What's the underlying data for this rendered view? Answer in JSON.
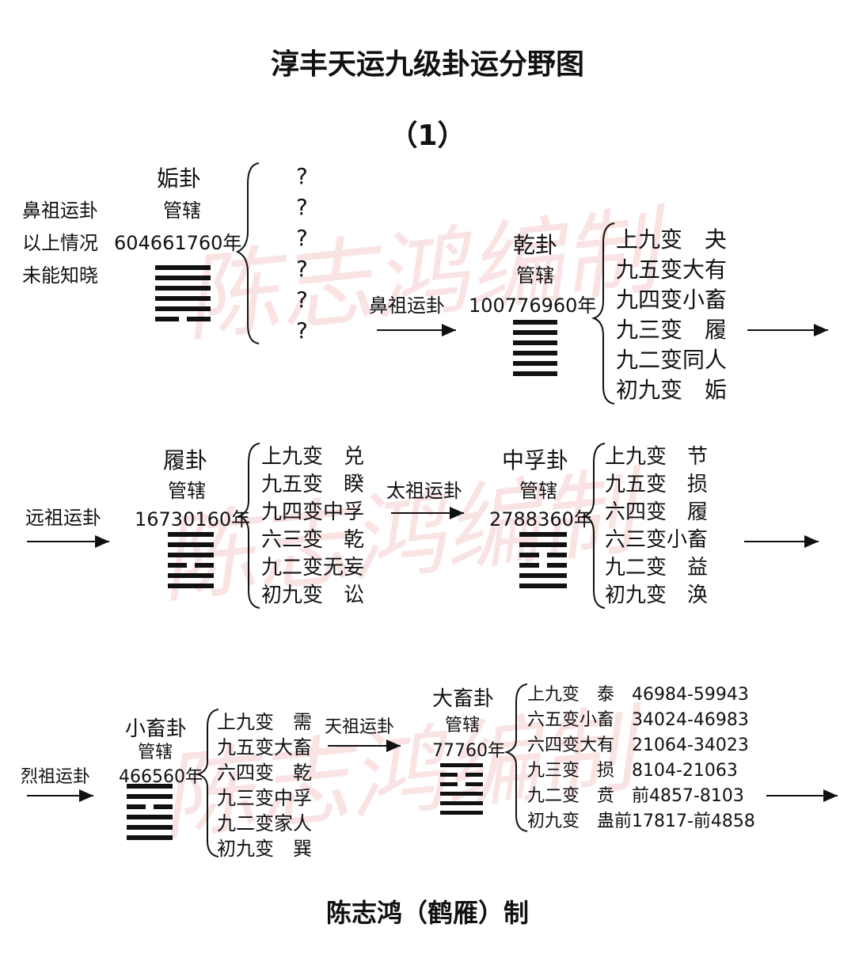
{
  "title": "淳丰天运九级卦运分野图",
  "subtitle": "（1）",
  "credit": "陈志鸿（鹤雁）制",
  "watermark": "陈志鸿编制",
  "governs": "管辖",
  "row1": {
    "left_notes": [
      "鼻祖运卦",
      "以上情况",
      "未能知晓"
    ],
    "gou": {
      "name": "姤卦",
      "years": "604661760年",
      "lines": [
        "?",
        "?",
        "?",
        "?",
        "?",
        "?"
      ]
    },
    "arrow_label": "鼻祖运卦",
    "qian": {
      "name": "乾卦",
      "years": "100776960年",
      "lines": [
        "上九变　夬",
        "九五变大有",
        "九四变小畜",
        "九三变　履",
        "九二变同人",
        "初九变　姤"
      ]
    }
  },
  "row2": {
    "left_label": "远祖运卦",
    "lv": {
      "name": "履卦",
      "years": "16730160年",
      "lines": [
        "上九变　兑",
        "九五变　睽",
        "九四变中孚",
        "六三变　乾",
        "九二变无妄",
        "初九变　讼"
      ]
    },
    "arrow_label": "太祖运卦",
    "zhongfu": {
      "name": "中孚卦",
      "years": "2788360年",
      "lines": [
        "上九变　节",
        "九五变　损",
        "六四变　履",
        "六三变小畜",
        "九二变　益",
        "初九变　涣"
      ]
    }
  },
  "row3": {
    "left_label": "烈祖运卦",
    "xiaoxu": {
      "name": "小畜卦",
      "years": "466560年",
      "lines": [
        "上九变　需",
        "九五变大畜",
        "六四变　乾",
        "九三变中孚",
        "九二变家人",
        "初九变　巽"
      ]
    },
    "arrow_label": "天祖运卦",
    "daxu": {
      "name": "大畜卦",
      "years": "77760年",
      "lines": [
        "上九变　泰　46984-59943",
        "六五变小畜　34024-46983",
        "六四变大有　21064-34023",
        "九三变　损　8104-21063",
        "九二变　贲　前4857-8103",
        "初九变　蛊前17817-前4858"
      ]
    }
  }
}
